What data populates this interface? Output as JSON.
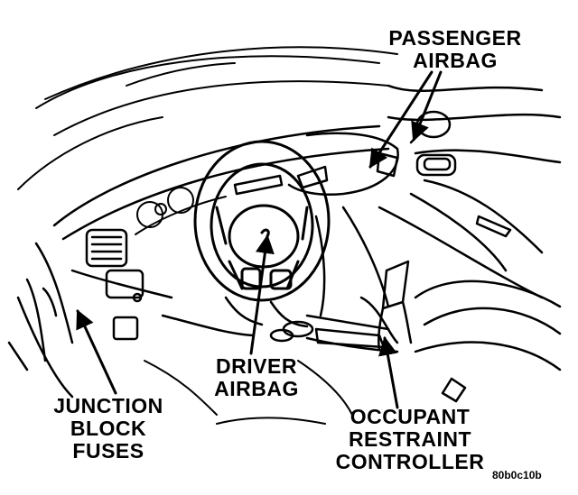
{
  "labels": {
    "passenger_airbag": [
      "PASSENGER",
      "AIRBAG"
    ],
    "driver_airbag": [
      "DRIVER",
      "AIRBAG"
    ],
    "junction_block_fuses": [
      "JUNCTION",
      "BLOCK",
      "FUSES"
    ],
    "occupant_restraint_controller": [
      "OCCUPANT",
      "RESTRAINT",
      "CONTROLLER"
    ]
  },
  "figure_code": "80b0c10b"
}
